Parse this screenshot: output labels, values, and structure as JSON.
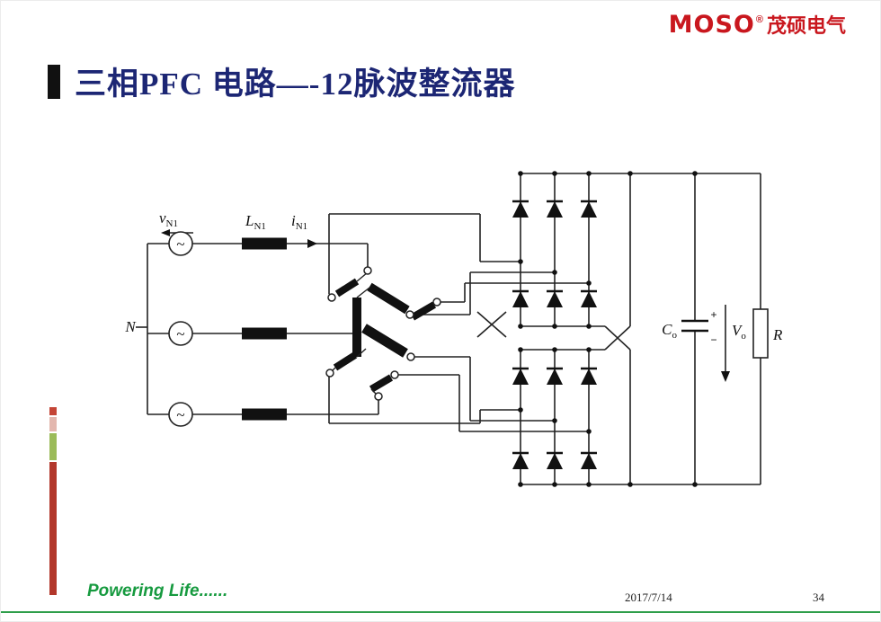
{
  "logo": {
    "brand": "MOSO",
    "registered": "®",
    "company": "茂硕电气"
  },
  "title": "三相PFC 电路—-12脉波整流器",
  "footer": {
    "tagline": "Powering Life......",
    "date": "2017/7/14",
    "page_number": "34"
  },
  "colors": {
    "title_navy": "#1c2674",
    "logo_red": "#c9171e",
    "tagline_green": "#169a3f",
    "sidebar_green": "#9bbb59",
    "sidebar_red": "#b2372b"
  },
  "circuit": {
    "source_symbol": "~",
    "labels": {
      "neutral": "N",
      "source_voltage_base": "v",
      "source_voltage_sub": "N1",
      "inductor_base": "L",
      "inductor_sub": "N1",
      "current_base": "i",
      "current_sub": "N1",
      "capacitor_base": "C",
      "capacitor_sub": "o",
      "cap_plus": "+",
      "cap_minus": "−",
      "output_voltage_base": "V",
      "output_voltage_sub": "o",
      "load": "R"
    }
  }
}
